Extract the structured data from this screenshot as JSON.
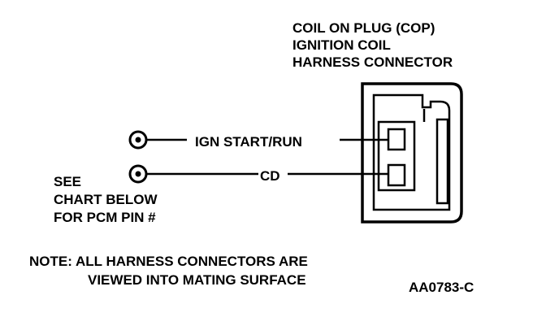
{
  "connector_title": [
    "COIL ON PLUG (COP)",
    "IGNITION COIL",
    "HARNESS CONNECTOR"
  ],
  "wires": [
    {
      "label": "IGN START/RUN"
    },
    {
      "label": "CD"
    }
  ],
  "see_chart": [
    "SEE",
    "CHART BELOW",
    "FOR PCM PIN #"
  ],
  "note": [
    "NOTE: ALL HARNESS CONNECTORS ARE",
    "VIEWED INTO MATING SURFACE"
  ],
  "figure_code": "AA0783-C"
}
